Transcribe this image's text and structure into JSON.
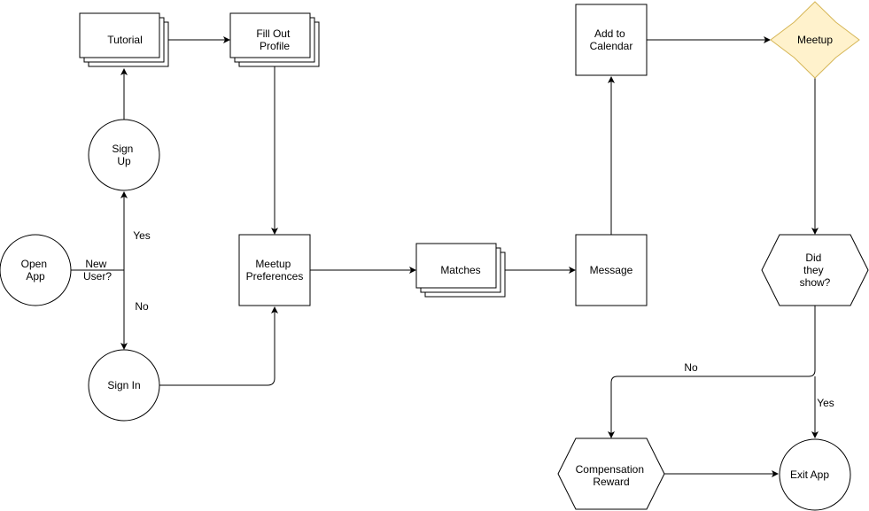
{
  "diagram": {
    "nodes": {
      "open_app": [
        "Open",
        "App"
      ],
      "sign_up": [
        "Sign",
        "Up"
      ],
      "sign_in": [
        "Sign In"
      ],
      "tutorial": [
        "Tutorial"
      ],
      "fill_out_profile": [
        "Fill Out",
        "Profile"
      ],
      "meetup_preferences": [
        "Meetup",
        "Preferences"
      ],
      "matches": [
        "Matches"
      ],
      "message": [
        "Message"
      ],
      "add_to_calendar": [
        "Add to",
        "Calendar"
      ],
      "meetup": [
        "Meetup"
      ],
      "did_they_show": [
        "Did",
        "they",
        "show?"
      ],
      "compensation_reward": [
        "Compensation",
        "Reward"
      ],
      "exit_app": [
        "Exit App"
      ]
    },
    "edge_labels": {
      "new_user": [
        "New",
        "User?"
      ],
      "yes_top": [
        "Yes"
      ],
      "no_left": [
        "No"
      ],
      "no_right": [
        "No"
      ],
      "yes_bottom": [
        "Yes"
      ]
    },
    "colors": {
      "meetup_fill": "#fff2cc",
      "meetup_stroke": "#d6b656",
      "line": "#000000",
      "background": "#ffffff"
    }
  }
}
